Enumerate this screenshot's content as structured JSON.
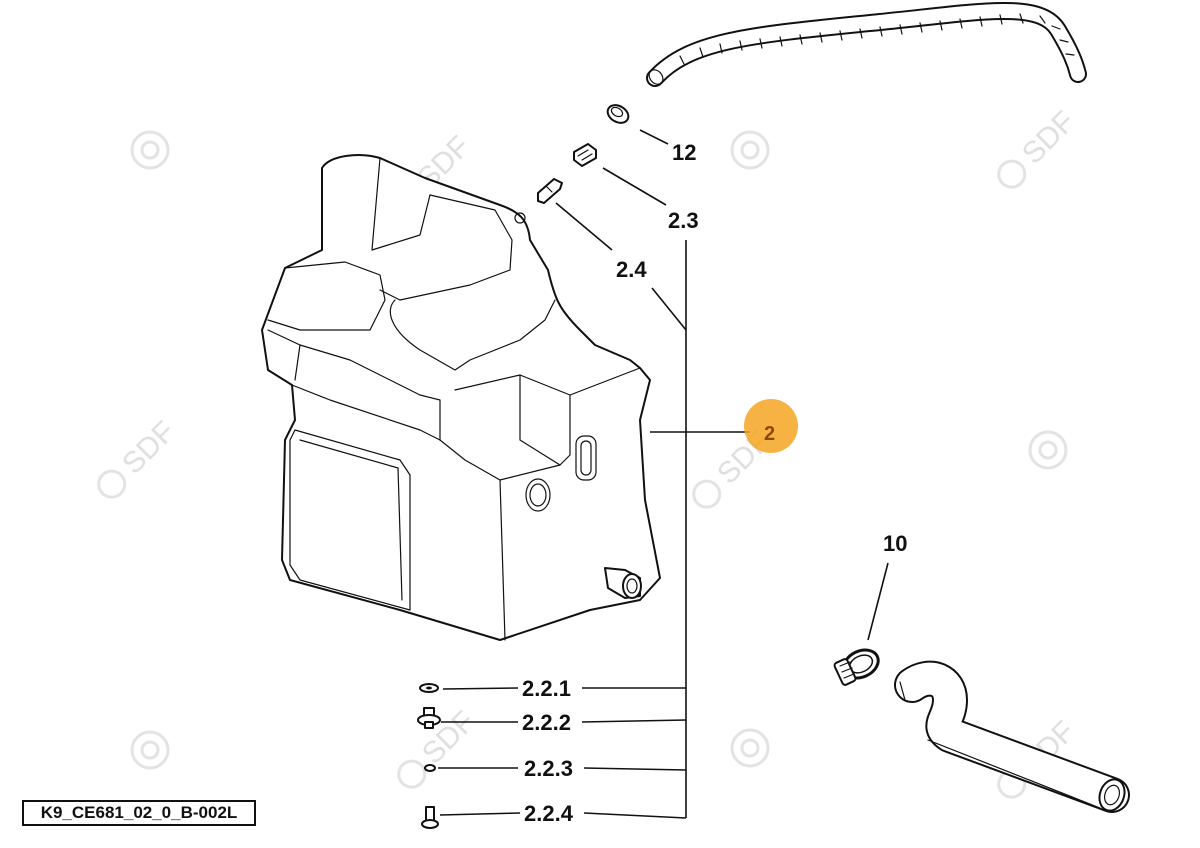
{
  "diagram": {
    "reference_code": "K9_CE681_02_0_B-002L",
    "watermark_text": "SDF",
    "highlight_color": "#f5a623",
    "callouts": {
      "c12": "12",
      "c23": "2.3",
      "c24": "2.4",
      "c2": "2",
      "c10": "10",
      "c221": "2.2.1",
      "c222": "2.2.2",
      "c223": "2.2.3",
      "c224": "2.2.4"
    }
  }
}
